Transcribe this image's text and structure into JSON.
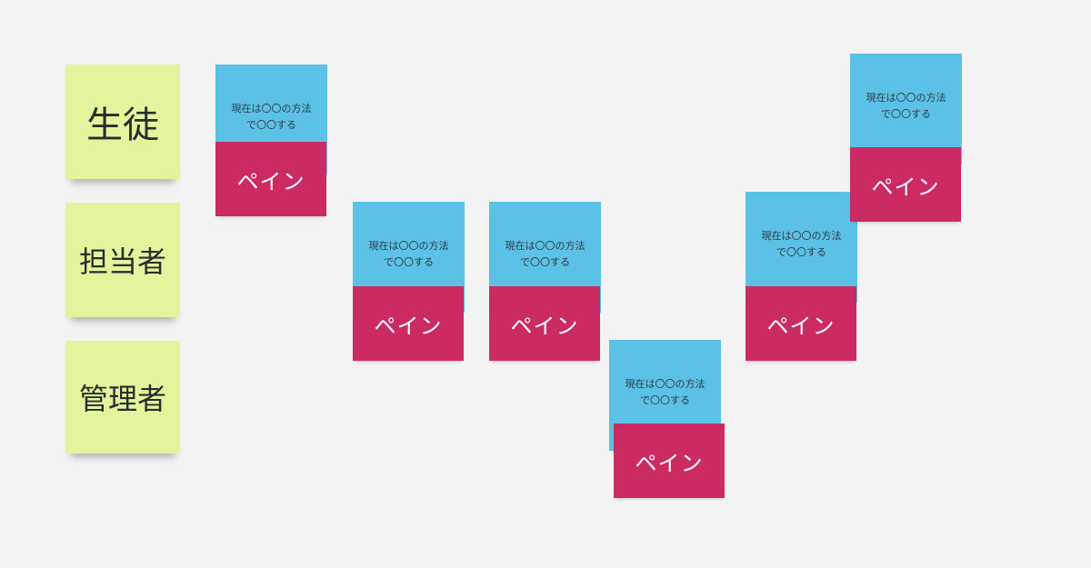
{
  "lanes": [
    {
      "label": "生徒"
    },
    {
      "label": "担当者"
    },
    {
      "label": "管理者"
    }
  ],
  "cards": [
    {
      "current": [
        "現在は〇〇の方法",
        "で〇〇する"
      ],
      "pain": "ペイン"
    },
    {
      "current": [
        "現在は〇〇の方法",
        "で〇〇する"
      ],
      "pain": "ペイン"
    },
    {
      "current": [
        "現在は〇〇の方法",
        "で〇〇する"
      ],
      "pain": "ペイン"
    },
    {
      "current": [
        "現在は〇〇の方法",
        "で〇〇する"
      ],
      "pain": "ペイン"
    },
    {
      "current": [
        "現在は〇〇の方法",
        "で〇〇する"
      ],
      "pain": "ペイン"
    },
    {
      "current": [
        "現在は〇〇の方法",
        "で〇〇する"
      ],
      "pain": "ペイン"
    }
  ],
  "colors": {
    "background": "#f2f3f2",
    "lane_note": "#e2f59c",
    "blue_note": "#5cc1e7",
    "pain_note": "#cb2a63"
  }
}
